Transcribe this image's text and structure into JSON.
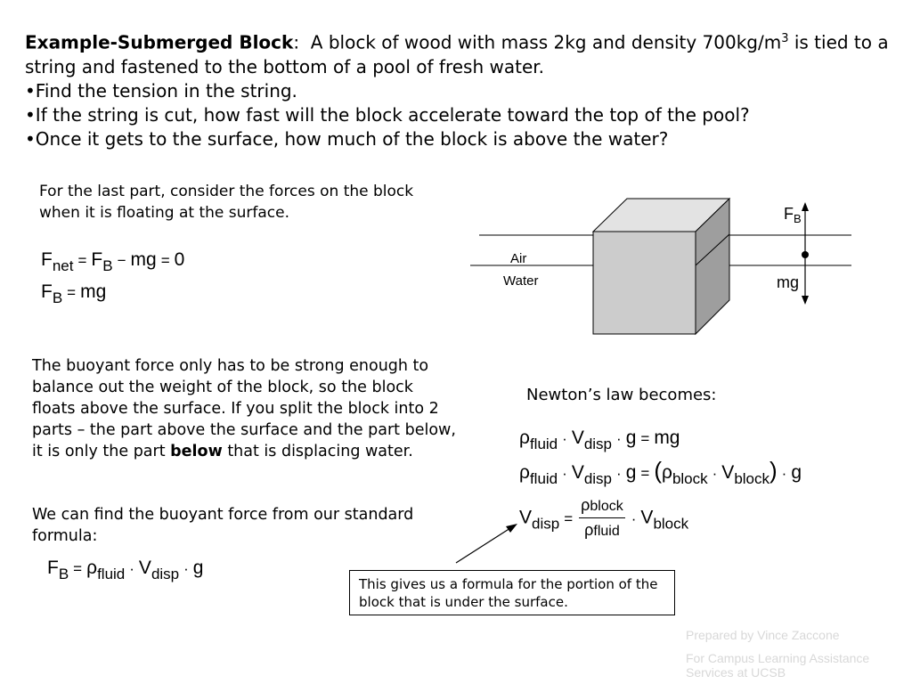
{
  "header": {
    "title": "Example-Submerged Block",
    "colon": ":",
    "intro_1": "  A block of wood with mass 2kg and density 700kg/m",
    "superscript": "3",
    "intro_2": " is tied to a string and fastened to the bottom of a pool of fresh water.",
    "bullet_char": "•",
    "bullets": [
      "Find the tension in the string.",
      "If the string is cut, how fast will the block accelerate toward the top of the pool?",
      "Once it gets to the surface, how much of the block is above the water?"
    ]
  },
  "left": {
    "intro": "For the last part, consider the forces on the block when it is floating at the surface.",
    "explain_1": "The buoyant force only has to be strong enough to balance out the weight of the block, so the block floats above the surface.  If you split the block into 2 parts – the part above the surface and the part below, it is only the part ",
    "explain_bold": "below",
    "explain_2": " that is displacing water.",
    "formula_intro": "We can find the buoyant force from our standard formula:"
  },
  "equations": {
    "F": "F",
    "net": "net",
    "B": "B",
    "eq": "=",
    "minus": "−",
    "mg": "mg",
    "zero": "0",
    "rho": "ρ",
    "fluid": "fluid",
    "block": "block",
    "V": "V",
    "disp": "disp",
    "g": "g",
    "dot": "·",
    "lparen": "(",
    "rparen": ")"
  },
  "diagram": {
    "air_label": "Air",
    "water_label": "Water",
    "fb_label": "F",
    "fb_sub": "B",
    "mg_label": "mg"
  },
  "right": {
    "newton": "Newton’s law becomes:"
  },
  "callout": {
    "text": "This gives us a formula for the portion of the block that is under the surface."
  },
  "footer": {
    "line1": "Prepared by Vince Zaccone",
    "line2": "For Campus Learning Assistance Services at UCSB"
  }
}
